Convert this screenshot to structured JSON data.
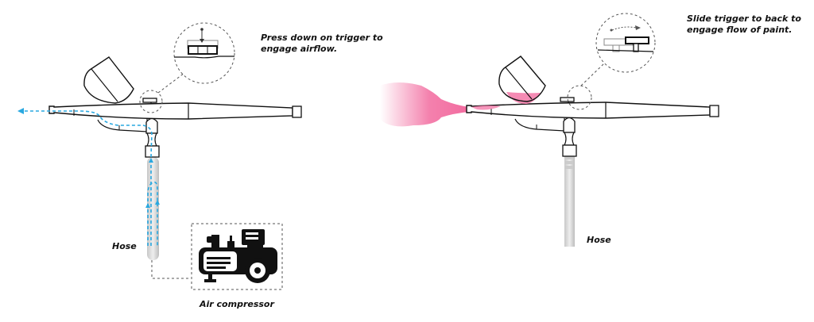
{
  "left_panel": {
    "callout_line1": "Press down on trigger to",
    "callout_line2": "engage airflow.",
    "hose_label": "Hose",
    "compressor_label": "Air compressor",
    "airflow_color": "#29a8e0"
  },
  "right_panel": {
    "callout_line1": "Slide trigger to back to",
    "callout_line2": "engage flow of paint.",
    "hose_label": "Hose",
    "paint_color": "#f26b9f"
  }
}
